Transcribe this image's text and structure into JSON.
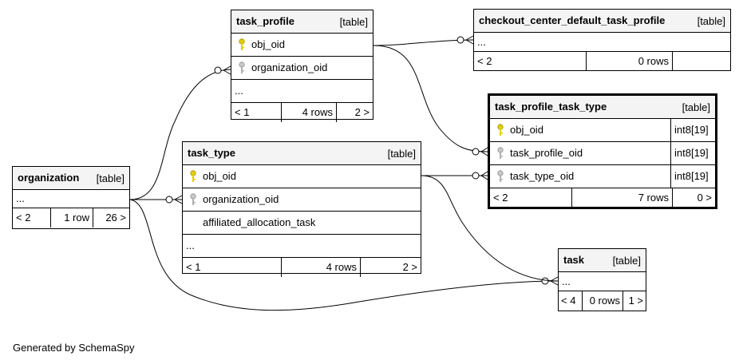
{
  "tables": {
    "task_profile": {
      "name": "task_profile",
      "kind": "[table]",
      "columns": [
        "obj_oid",
        "organization_oid"
      ],
      "more": "...",
      "footer": {
        "parents": "< 1",
        "rows": "4 rows",
        "children": "2 >"
      }
    },
    "checkout_center_default_task_profile": {
      "name": "checkout_center_default_task_profile",
      "kind": "[table]",
      "more": "...",
      "footer": {
        "parents": "< 2",
        "rows": "0 rows",
        "children": ""
      }
    },
    "task_profile_task_type": {
      "name": "task_profile_task_type",
      "kind": "[table]",
      "columns": [
        {
          "name": "obj_oid",
          "type": "int8[19]"
        },
        {
          "name": "task_profile_oid",
          "type": "int8[19]"
        },
        {
          "name": "task_type_oid",
          "type": "int8[19]"
        }
      ],
      "footer": {
        "parents": "< 2",
        "rows": "7 rows",
        "children": "0 >"
      }
    },
    "task_type": {
      "name": "task_type",
      "kind": "[table]",
      "columns": [
        "obj_oid",
        "organization_oid",
        "affiliated_allocation_task"
      ],
      "more": "...",
      "footer": {
        "parents": "< 1",
        "rows": "4 rows",
        "children": "2 >"
      }
    },
    "organization": {
      "name": "organization",
      "kind": "[table]",
      "more": "...",
      "footer": {
        "parents": "< 2",
        "rows": "1 row",
        "children": "26 >"
      }
    },
    "task": {
      "name": "task",
      "kind": "[table]",
      "more": "...",
      "footer": {
        "parents": "< 4",
        "rows": "0 rows",
        "children": "1 >"
      }
    }
  },
  "colors": {
    "primary_key": "#e0d000",
    "foreign_key": "#b0b0b0",
    "header_bg": "#f4f4f4"
  },
  "icons": {
    "primary_key": "key-icon",
    "foreign_key": "key-icon"
  },
  "generated_by": "Generated by SchemaSpy"
}
